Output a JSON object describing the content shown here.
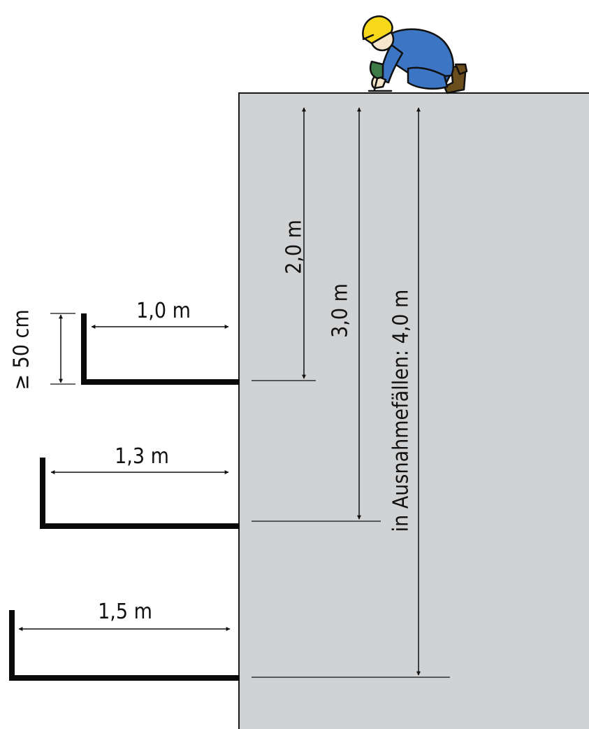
{
  "colors": {
    "wall": "#d1d2d4",
    "wall_outline": "#1a1a1a",
    "lines": "#111111",
    "helmet": "#f8d81a",
    "overall": "#3b75c4",
    "skin": "#f8e6cc",
    "boot": "#6b4e1e",
    "drill": "#3d7a48"
  },
  "icons": {
    "worker": "worker-with-drill-icon"
  },
  "labels": {
    "height_2": "2,0 m",
    "height_3": "3,0 m",
    "height_4": "in Ausnahmefällen: 4,0 m",
    "width_1": "1,0 m",
    "width_2": "1,3 m",
    "width_3": "1,5 m",
    "rail_height": "≥ 50 cm"
  }
}
